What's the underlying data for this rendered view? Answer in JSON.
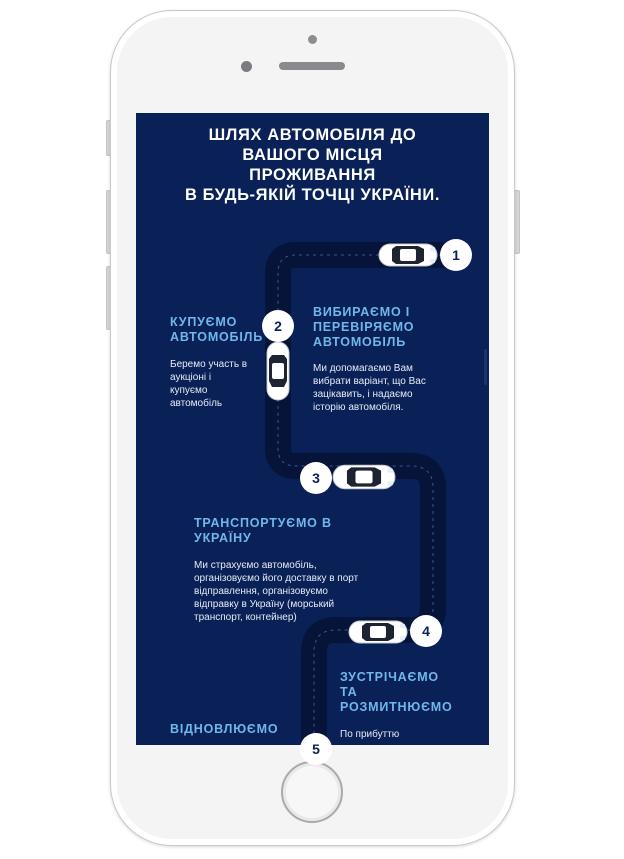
{
  "title_lines": [
    "ШЛЯХ АВТОМОБІЛЯ ДО",
    "ВАШОГО МІСЦЯ",
    "ПРОЖИВАННЯ",
    "В БУДЬ-ЯКІЙ ТОЧЦІ УКРАЇНИ."
  ],
  "badges": [
    "1",
    "2",
    "3",
    "4",
    "5"
  ],
  "steps": [
    {
      "title_lines": [
        "ВИБИРАЄМО І",
        "ПЕРЕВІРЯЄМО",
        "АВТОМОБІЛЬ"
      ],
      "text_lines": [
        "Ми допомагаємо Вам",
        "вибрати варіант, що Вас",
        "зацікавить, і надаємо",
        "історію автомобіля."
      ]
    },
    {
      "title_lines": [
        "КУПУЄМО",
        "АВТОМОБІЛЬ"
      ],
      "text_lines": [
        "Беремо участь в",
        "аукціоні і",
        "купуємо",
        "автомобіль"
      ]
    },
    {
      "title_lines": [
        "ТРАНСПОРТУЄМО В",
        "УКРАЇНУ"
      ],
      "text_lines": [
        "Ми страхуємо автомобіль,",
        "організовуємо його доставку в порт",
        "відправлення, організовуємо",
        "відправку в Україну (морський",
        "транспорт, контейнер)"
      ]
    },
    {
      "title_lines": [
        "ЗУСТРІЧАЄМО",
        "ТА",
        "РОЗМИТНЮЄМО"
      ],
      "text_lines": [
        "По прибуттю"
      ]
    },
    {
      "title_lines": [
        "ВІДНОВЛЮЄМО"
      ]
    }
  ],
  "colors": {
    "background": "#0a2158",
    "road": "#06143a",
    "accent": "#6fb7ec",
    "text": "#e6ebf5"
  },
  "icons": [
    "car-icon",
    "number-badge"
  ]
}
